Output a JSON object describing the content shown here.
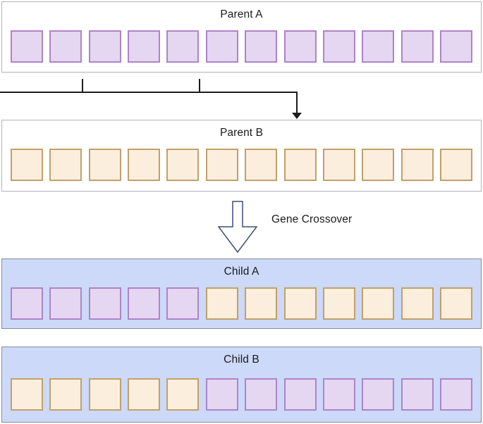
{
  "panels": [
    {
      "id": "parent-a",
      "title": "Parent A",
      "genes": [
        "purple",
        "purple",
        "purple",
        "purple",
        "purple",
        "purple",
        "purple",
        "purple",
        "purple",
        "purple",
        "purple",
        "purple"
      ]
    },
    {
      "id": "parent-b",
      "title": "Parent B",
      "genes": [
        "cream",
        "cream",
        "cream",
        "cream",
        "cream",
        "cream",
        "cream",
        "cream",
        "cream",
        "cream",
        "cream",
        "cream"
      ]
    },
    {
      "id": "child-a",
      "title": "Child A",
      "genes": [
        "purple",
        "purple",
        "purple",
        "purple",
        "purple",
        "cream",
        "cream",
        "cream",
        "cream",
        "cream",
        "cream",
        "cream"
      ]
    },
    {
      "id": "child-b",
      "title": "Child B",
      "genes": [
        "cream",
        "cream",
        "cream",
        "cream",
        "cream",
        "purple",
        "purple",
        "purple",
        "purple",
        "purple",
        "purple",
        "purple"
      ]
    }
  ],
  "crossover_label": "Gene Crossover",
  "colors": {
    "purple_fill": "#e5d6f1",
    "purple_border": "#ae84c8",
    "cream_fill": "#fbeedc",
    "cream_border": "#c2a06b",
    "child_bg": "#ccd9f9",
    "child_border": "#8c8c99",
    "parent_bg": "#ffffff",
    "parent_border": "#b2b2c0",
    "line": "#1c1c1c",
    "arrow_outline": "#3e4d73",
    "title": "#1a1a1a"
  }
}
